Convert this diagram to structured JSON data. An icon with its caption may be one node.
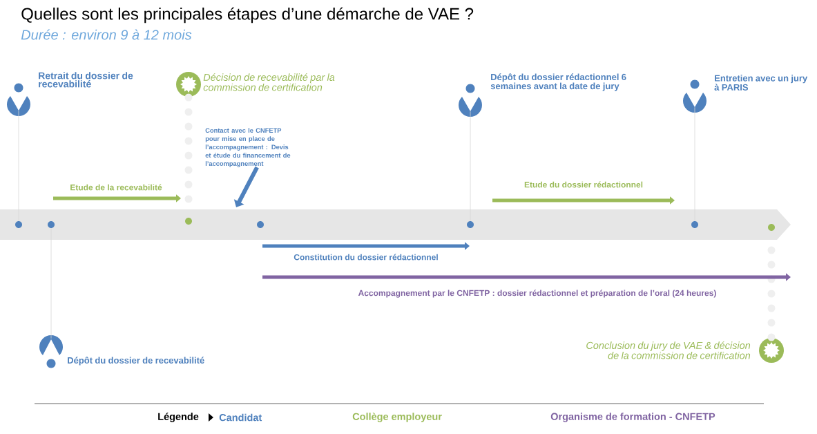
{
  "diagram": {
    "title": "Quelles sont les principales étapes d’une démarche de VAE ?",
    "nodes": [
      {
        "text": [],
        "shape": "pin",
        "beside": [
          "Retrait du dossier de recevabilité"
        ]
      },
      {
        "text": [],
        "shape": "circle"
      },
      {
        "text": [],
        "shape": "circle",
        "beside": [
          "Décision de recevabilité par la commission de certification"
        ]
      },
      {
        "text": [],
        "shape": "circle"
      },
      {
        "text": [],
        "shape": "pin",
        "beside": [
          "Dépôt du dossier rédactionnel 6 semaines avant la date de jury"
        ]
      },
      {
        "text": [],
        "shape": "circle"
      },
      {
        "text": [],
        "shape": "pin",
        "beside": [
          "Entretien avec un jury à PARIS"
        ]
      },
      {
        "text": [],
        "shape": "circle"
      },
      {
        "text": [],
        "shape": "pin",
        "beside": [
          "Dépôt du dossier de recevabilité"
        ]
      },
      {
        "text": [],
        "shape": "circle"
      },
      {
        "text": [],
        "shape": "circle",
        "beside": [
          "Conclusion du jury de VAE & décision de la commission de certification"
        ]
      },
      {
        "text": [],
        "shape": "circle"
      },
      {
        "text": [
          "Contact avec le CNFETP pour mise en place de l’accompagnement : Devis et étude du financement de l’accompagnement"
        ]
      }
    ],
    "edges": [
      {
        "from": 0,
        "to": 1,
        "arrow": "none"
      },
      {
        "from": 2,
        "to": 3,
        "arrow": "none",
        "style": "dashed"
      },
      {
        "from": 4,
        "to": 5,
        "arrow": "none"
      },
      {
        "from": 6,
        "to": 7,
        "arrow": "none"
      },
      {
        "from": 8,
        "to": 9,
        "arrow": "none"
      },
      {
        "from": 10,
        "to": 11,
        "arrow": "none",
        "style": "dashed"
      },
      {
        "from": 12,
        "to": null,
        "arrow": "to",
        "style": "thick",
        "color": "#4f81bd"
      }
    ],
    "labels": [
      "Durée : environ 9 à 12 mois",
      "Etude de la recevabilité",
      "Etude du dossier rédactionnel",
      "Constitution du dossier rédactionnel",
      "Accompagnement par le CNFETP : dossier rédactionnel et préparation de l’oral  (24 heures)",
      "Légende"
    ],
    "legend": [
      {
        "text": "Candidat",
        "color": "#4f81bd"
      },
      {
        "text": "Collège employeur",
        "color": "#9bbb59"
      },
      {
        "text": "Organisme de formation - CNFETP",
        "color": "#8064a2"
      }
    ]
  }
}
